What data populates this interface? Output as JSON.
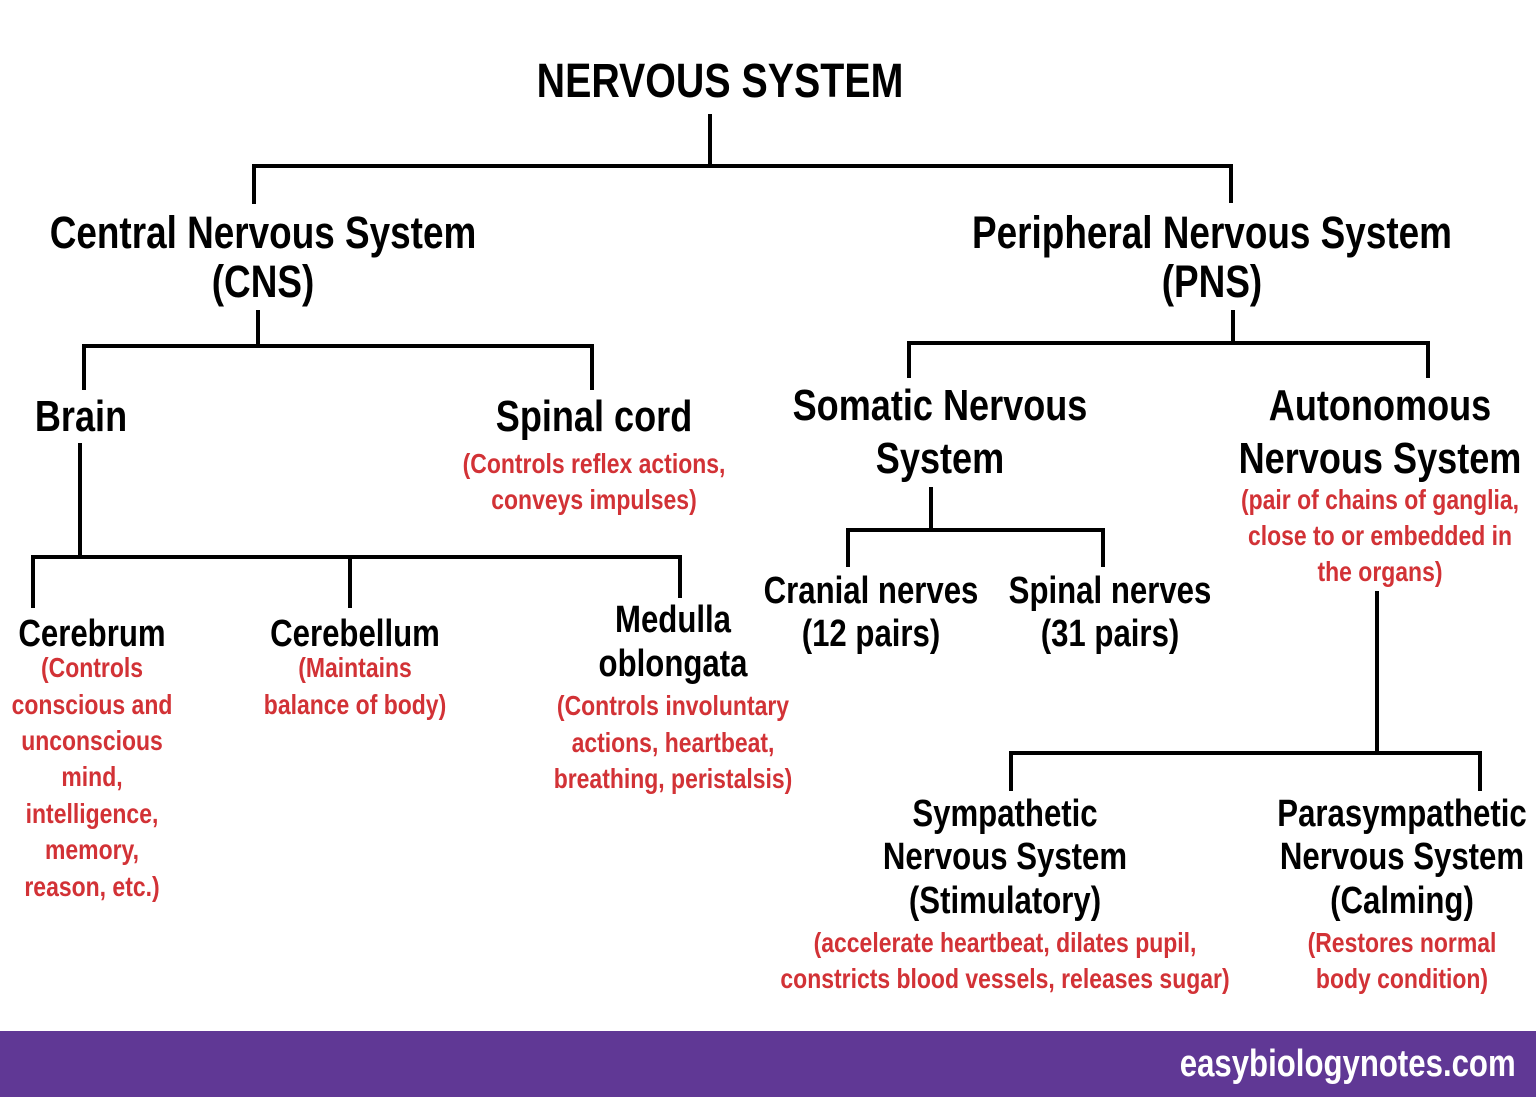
{
  "title": "NERVOUS SYSTEM",
  "colors": {
    "text": "#000000",
    "annotation": "#d23236",
    "connector": "#000000",
    "footer_bg": "#603895",
    "footer_text": "#ffffff"
  },
  "nodes": {
    "cns": {
      "label_lines": [
        "Central Nervous System",
        "(CNS)"
      ]
    },
    "pns": {
      "label_lines": [
        "Peripheral Nervous System",
        "(PNS)"
      ]
    },
    "brain": {
      "label_lines": [
        "Brain"
      ]
    },
    "spinal_cord": {
      "label_lines": [
        "Spinal cord"
      ],
      "note_lines": [
        "(Controls reflex actions,",
        "conveys impulses)"
      ]
    },
    "somatic": {
      "label_lines": [
        "Somatic Nervous",
        "System"
      ]
    },
    "autonomous": {
      "label_lines": [
        "Autonomous",
        "Nervous System"
      ],
      "note_lines": [
        "(pair of chains of ganglia,",
        "close to or embedded in",
        "the organs)"
      ]
    },
    "cerebrum": {
      "label_lines": [
        "Cerebrum"
      ],
      "note_lines": [
        "(Controls",
        "conscious and",
        "unconscious",
        "mind,",
        "intelligence,",
        "memory,",
        "reason, etc.)"
      ]
    },
    "cerebellum": {
      "label_lines": [
        "Cerebellum"
      ],
      "note_lines": [
        "(Maintains",
        "balance of body)"
      ]
    },
    "medulla": {
      "label_lines": [
        "Medulla",
        "oblongata"
      ],
      "note_lines": [
        "(Controls involuntary",
        "actions, heartbeat,",
        "breathing, peristalsis)"
      ]
    },
    "cranial_nerves": {
      "label_lines": [
        "Cranial nerves",
        "(12 pairs)"
      ]
    },
    "spinal_nerves": {
      "label_lines": [
        "Spinal nerves",
        "(31 pairs)"
      ]
    },
    "sympathetic": {
      "label_lines": [
        "Sympathetic",
        "Nervous System",
        "(Stimulatory)"
      ],
      "note_lines": [
        "(accelerate heartbeat, dilates pupil,",
        "constricts blood vessels, releases sugar)"
      ]
    },
    "parasympathetic": {
      "label_lines": [
        "Parasympathetic",
        "Nervous System",
        "(Calming)"
      ],
      "note_lines": [
        "(Restores normal",
        "body condition)"
      ]
    }
  },
  "footer": {
    "site": "easybiologynotes.com"
  }
}
